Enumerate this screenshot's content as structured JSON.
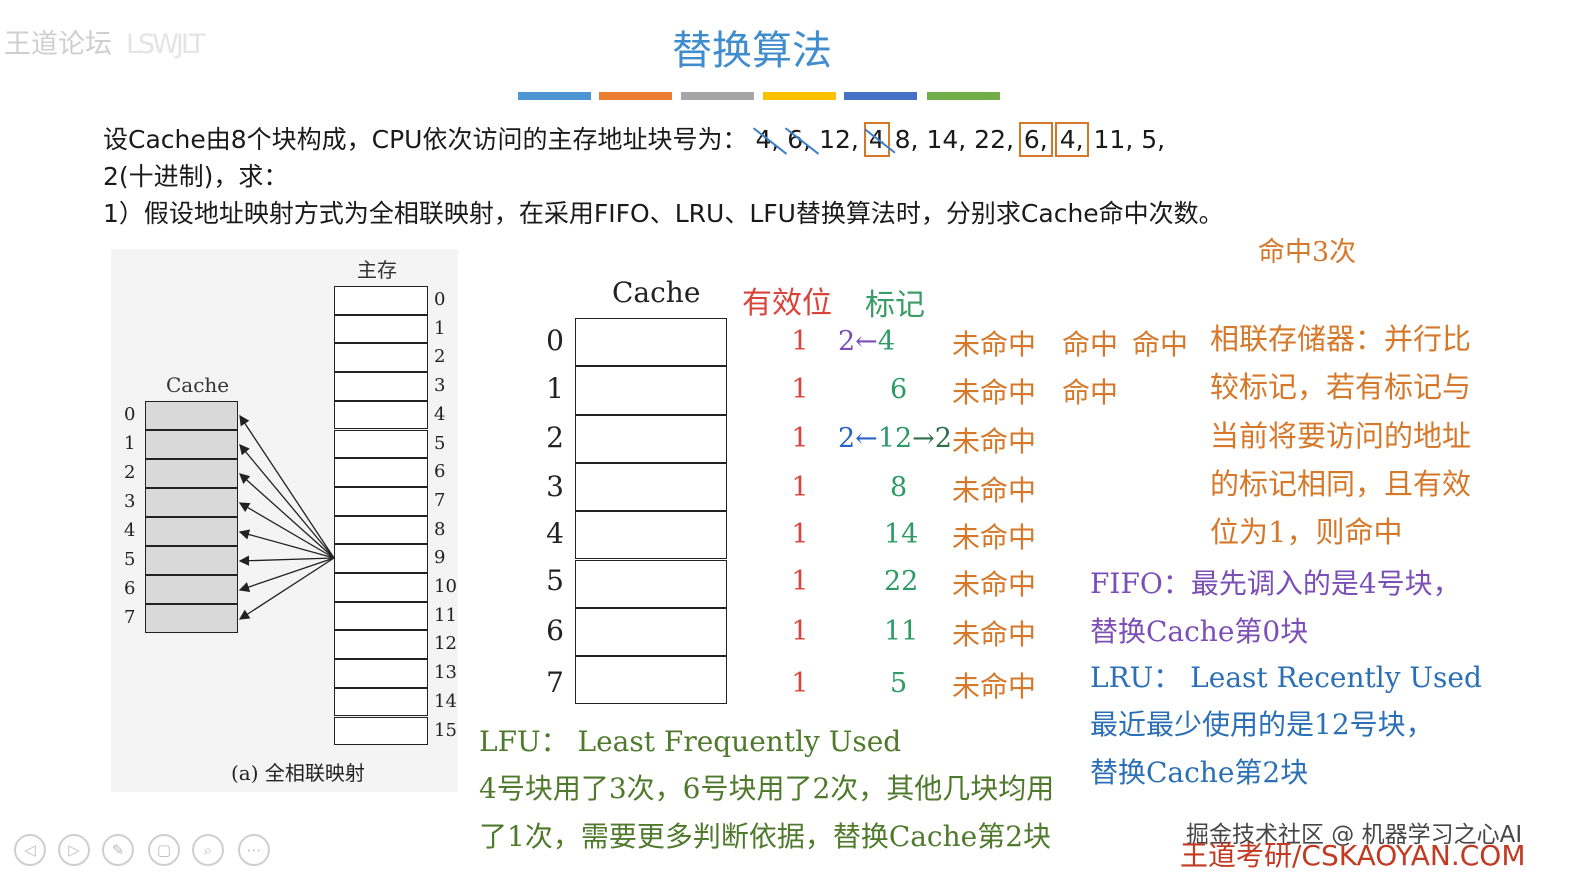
{
  "watermark": {
    "top_left": "王道论坛",
    "top_left_ghost": "LSWJLT"
  },
  "slide": {
    "title": "替换算法"
  },
  "question": {
    "line1_prefix": "设Cache由8个块构成，CPU依次访问的主存地址块号为：",
    "sequence": [
      {
        "text": "4,",
        "style": "strike"
      },
      {
        "text": "6,",
        "style": "strike"
      },
      {
        "text": "12,",
        "style": "plain"
      },
      {
        "text": "4",
        "style": "box-strike"
      },
      {
        "text": "8,",
        "style": "plain"
      },
      {
        "text": "14,",
        "style": "plain"
      },
      {
        "text": "22,",
        "style": "plain"
      },
      {
        "text": "6,",
        "style": "box"
      },
      {
        "text": "4,",
        "style": "box"
      },
      {
        "text": "11,",
        "style": "plain"
      },
      {
        "text": "5,",
        "style": "plain"
      }
    ],
    "line2": "2(十进制)，求：",
    "line3": "1）假设地址映射方式为全相联映射，在采用FIFO、LRU、LFU替换算法时，分别求Cache命中次数。",
    "hits_total": "命中3次"
  },
  "left_diagram": {
    "memory_title": "主存",
    "cache_title": "Cache",
    "memory_rows": [
      "0",
      "1",
      "2",
      "3",
      "4",
      "5",
      "6",
      "7",
      "8",
      "9",
      "10",
      "11",
      "12",
      "13",
      "14",
      "15"
    ],
    "cache_rows": [
      "0",
      "1",
      "2",
      "3",
      "4",
      "5",
      "6",
      "7"
    ],
    "caption": "(a) 全相联映射"
  },
  "cache_table": {
    "header": "Cache",
    "valid_header": "有效位",
    "tag_header": "标记",
    "rows": [
      {
        "idx": "0",
        "valid": "1",
        "tag_prefix": "2←",
        "tag": "4",
        "tag_suffix": "",
        "result": "未命中",
        "extra_hits": [
          "命中",
          "命中"
        ]
      },
      {
        "idx": "1",
        "valid": "1",
        "tag_prefix": "",
        "tag": "6",
        "tag_suffix": "",
        "result": "未命中",
        "extra_hits": [
          "命中"
        ]
      },
      {
        "idx": "2",
        "valid": "1",
        "tag_prefix": "2←",
        "tag": "12",
        "tag_suffix": "→2",
        "result": "未命中",
        "extra_hits": []
      },
      {
        "idx": "3",
        "valid": "1",
        "tag_prefix": "",
        "tag": "8",
        "tag_suffix": "",
        "result": "未命中",
        "extra_hits": []
      },
      {
        "idx": "4",
        "valid": "1",
        "tag_prefix": "",
        "tag": "14",
        "tag_suffix": "",
        "result": "未命中",
        "extra_hits": []
      },
      {
        "idx": "5",
        "valid": "1",
        "tag_prefix": "",
        "tag": "22",
        "tag_suffix": "",
        "result": "未命中",
        "extra_hits": []
      },
      {
        "idx": "6",
        "valid": "1",
        "tag_prefix": "",
        "tag": "11",
        "tag_suffix": "",
        "result": "未命中",
        "extra_hits": []
      },
      {
        "idx": "7",
        "valid": "1",
        "tag_prefix": "",
        "tag": "5",
        "tag_suffix": "",
        "result": "未命中",
        "extra_hits": []
      }
    ]
  },
  "notes": {
    "assoc_memory": [
      "相联存储器：并行比",
      "较标记，若有标记与",
      "当前将要访问的地址",
      "的标记相同，且有效",
      "位为1，则命中"
    ],
    "fifo": [
      "FIFO：最先调入的是4号块，",
      "替换Cache第0块"
    ],
    "lru": [
      "LRU：  Least Recently Used",
      "最近最少使用的是12号块，",
      "替换Cache第2块"
    ],
    "lfu": [
      "LFU：  Least Frequently Used",
      "4号块用了3次，6号块用了2次，其他几块均用",
      "了1次，需要更多判断依据，替换Cache第2块"
    ]
  },
  "footer": {
    "watermark1": "掘金技术社区 @ 机器学习之心AI",
    "watermark2": "王道考研/CSKAOYAN.COM"
  },
  "controls": [
    "◁",
    "▷",
    "✎",
    "▢",
    "⌕",
    "⋯"
  ],
  "colors": {
    "title_blue": "#3f8dcc",
    "bars": [
      "#4e95d4",
      "#ed7d31",
      "#a5a5a5",
      "#ffc000",
      "#4472c4",
      "#70ad47"
    ],
    "orange": "#d6782a",
    "red": "#d9433a",
    "green": "#2e9a66",
    "purple": "#7b4fb6",
    "blue": "#2b6fb4",
    "olive": "#4f7a2c"
  }
}
